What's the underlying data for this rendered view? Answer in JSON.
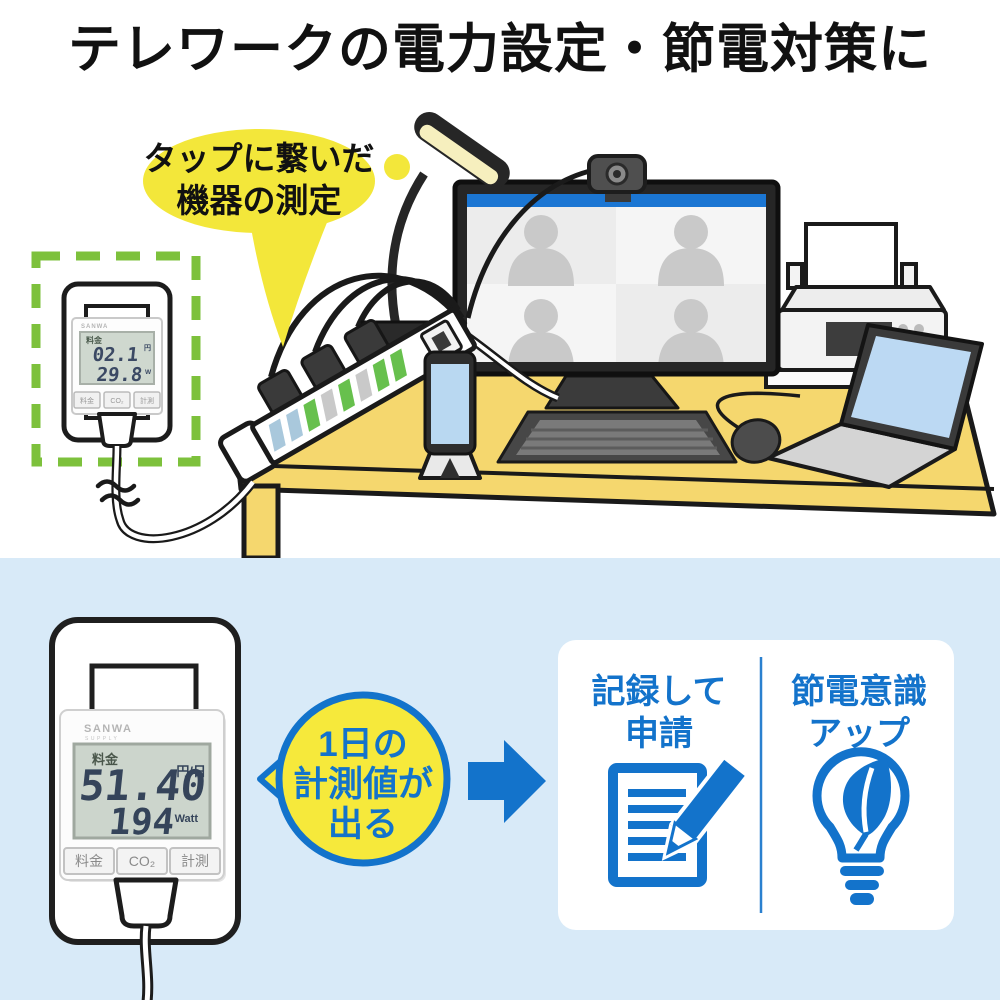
{
  "title": "テレワークの電力設定・節電対策に",
  "colors": {
    "accent_blue": "#1373cb",
    "bubble_yellow": "#f3e73a",
    "desk_yellow": "#f5d76e",
    "strip_green": "#67c04d",
    "dash_green": "#7dc13c",
    "section_bg": "#d8eaf8"
  },
  "scene": {
    "callout": {
      "line1": "タップに繋いだ",
      "line2": "機器の測定"
    },
    "mini_device": {
      "brand": "SANWA",
      "mode_label": "料金",
      "cost_value": "02.1",
      "cost_unit": "円",
      "watt_value": "29.8",
      "watt_unit": "W",
      "buttons": [
        "料金",
        "CO₂",
        "計測"
      ]
    }
  },
  "bottom": {
    "device": {
      "brand": "SANWA",
      "brand_sub": "SUPPLY",
      "mode_label": "料金",
      "cost_value": "51.40",
      "cost_unit": "円/日",
      "watt_value": "194",
      "watt_unit": "Watt",
      "buttons": [
        "料金",
        "CO₂",
        "計測"
      ]
    },
    "result_bubble": {
      "line1": "1日の",
      "line2": "計測値が",
      "line3": "出る"
    },
    "benefits": [
      {
        "line1": "記録して",
        "line2": "申請"
      },
      {
        "line1": "節電意識",
        "line2": "アップ"
      }
    ]
  }
}
